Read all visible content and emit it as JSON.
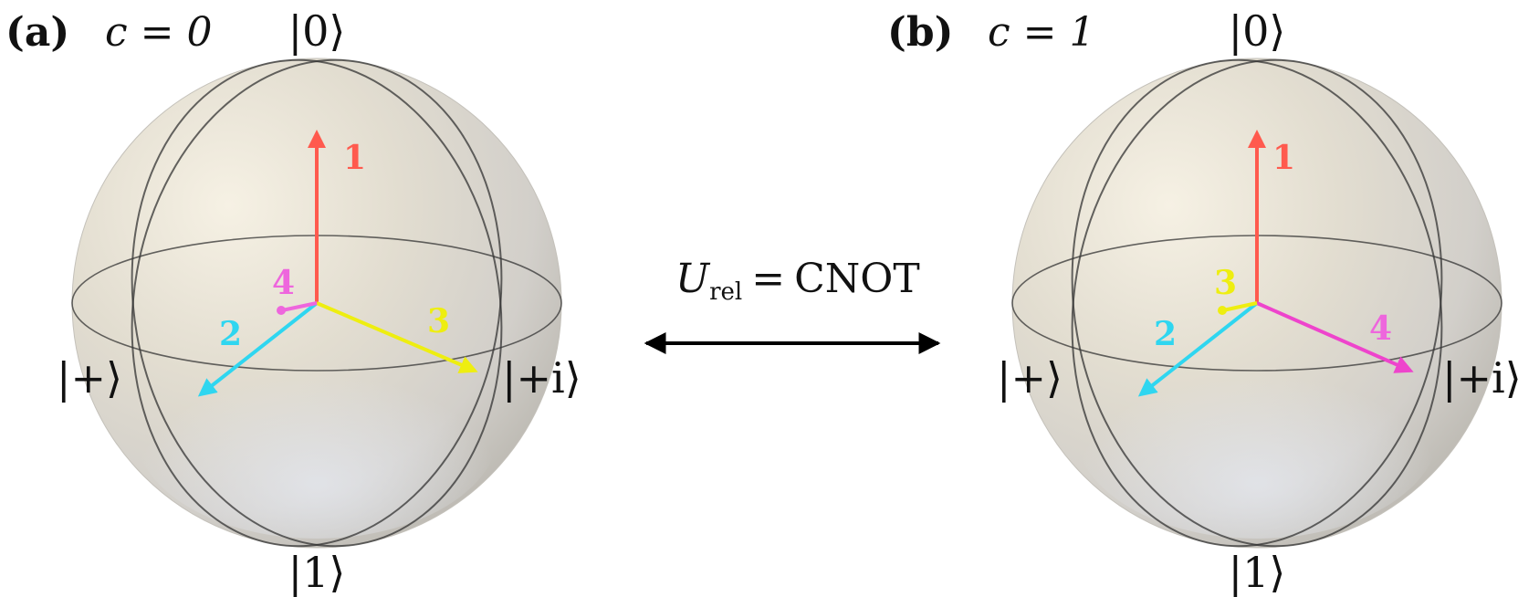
{
  "panels": [
    {
      "tag": "(a)",
      "c_label": "c = 0",
      "kets": {
        "top": "|0⟩",
        "bottom": "|1⟩",
        "left": "|+⟩",
        "right": "|+i⟩"
      },
      "vectors": [
        {
          "label": "1",
          "color": "#ff5a4e"
        },
        {
          "label": "2",
          "color": "#2fd6f0"
        },
        {
          "label": "3",
          "color": "#eeee10"
        },
        {
          "label": "4",
          "color": "#ee66dd"
        }
      ]
    },
    {
      "tag": "(b)",
      "c_label": "c = 1",
      "kets": {
        "top": "|0⟩",
        "bottom": "|1⟩",
        "left": "|+⟩",
        "right": "|+i⟩"
      },
      "vectors": [
        {
          "label": "1",
          "color": "#ff5a4e"
        },
        {
          "label": "2",
          "color": "#2fd6f0"
        },
        {
          "label": "3",
          "color": "#eeee10"
        },
        {
          "label": "4",
          "color": "#ee44cc"
        }
      ]
    }
  ],
  "relation": {
    "U": "U",
    "sub": "rel",
    "equals": "=",
    "rhs": "CNOT"
  }
}
